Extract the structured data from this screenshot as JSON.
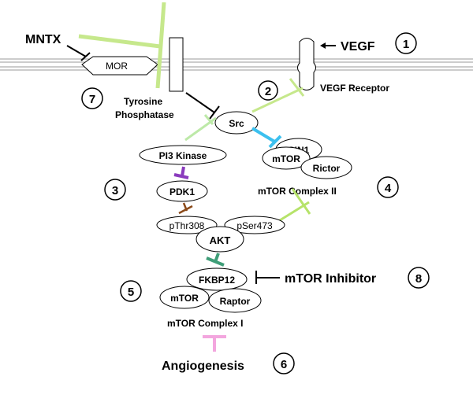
{
  "ligands": {
    "mntx": "MNTX",
    "vegf": "VEGF"
  },
  "membrane": {
    "mor": "MOR",
    "tyrosine_phosphatase_line1": "Tyrosine",
    "tyrosine_phosphatase_line2": "Phosphatase",
    "vegf_receptor": "VEGF Receptor"
  },
  "proteins": {
    "src": "Src",
    "pi3k": "PI3 Kinase",
    "pdk1": "PDK1",
    "pthr308": "pThr308",
    "pser473": "pSer473",
    "akt": "AKT",
    "mtor_c2": "mTOR",
    "sin1": "SIN1",
    "rictor": "Rictor",
    "mtor_complex_2": "mTOR Complex II",
    "fkbp12": "FKBP12",
    "mtor_c1": "mTOR",
    "raptor": "Raptor",
    "mtor_complex_1": "mTOR Complex I"
  },
  "outputs": {
    "angiogenesis": "Angiogenesis",
    "mtor_inhibitor": "mTOR Inhibitor"
  },
  "steps": [
    "1",
    "2",
    "3",
    "4",
    "5",
    "6",
    "7",
    "8"
  ],
  "colors": {
    "light_green": "#c6e88c",
    "pale_green": "#bde9a8",
    "yellow_green": "#b6e36a",
    "cyan": "#3cc0ef",
    "purple": "#8a3bbd",
    "brown": "#8b4a1a",
    "teal": "#3f9e78",
    "pink": "#f3a6de",
    "black": "#000000"
  }
}
